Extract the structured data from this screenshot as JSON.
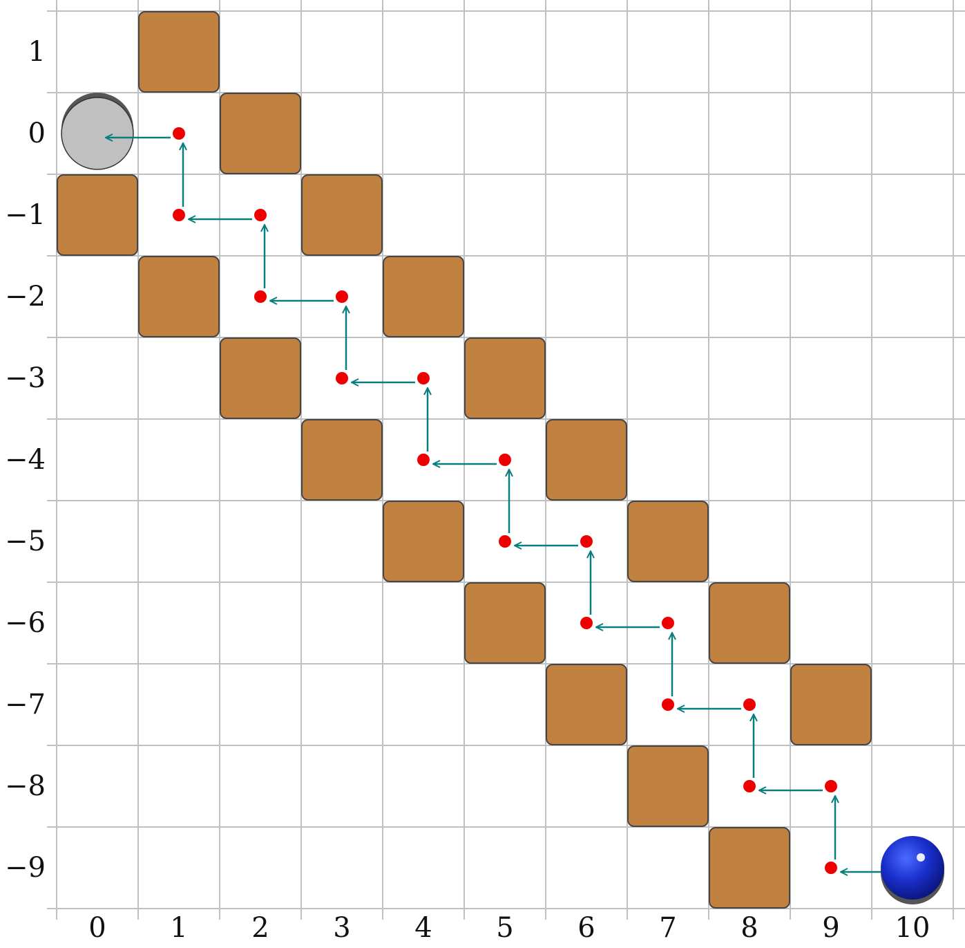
{
  "x_ticks": [
    "0",
    "1",
    "2",
    "3",
    "4",
    "5",
    "6",
    "7",
    "8",
    "9",
    "10"
  ],
  "y_ticks": [
    "1",
    "−1",
    "−2",
    "−3",
    "−4",
    "−5",
    "−6",
    "−7",
    "−8",
    "−9",
    "0"
  ],
  "colors": {
    "grid": "#c0c0c0",
    "wall": "#c08040",
    "wall_stroke": "#444444",
    "path_dot": "#ee0000",
    "arrow": "#0a7d7d",
    "goal": "#c0c0c0",
    "player": "#1a2fcc"
  },
  "board": {
    "x_range": [
      0,
      10
    ],
    "y_range": [
      -9,
      1
    ],
    "walls": [
      [
        1,
        1
      ],
      [
        2,
        0
      ],
      [
        0,
        -1
      ],
      [
        3,
        -1
      ],
      [
        1,
        -2
      ],
      [
        4,
        -2
      ],
      [
        2,
        -3
      ],
      [
        5,
        -3
      ],
      [
        3,
        -4
      ],
      [
        6,
        -4
      ],
      [
        4,
        -5
      ],
      [
        7,
        -5
      ],
      [
        5,
        -6
      ],
      [
        8,
        -6
      ],
      [
        6,
        -7
      ],
      [
        9,
        -7
      ],
      [
        7,
        -8
      ],
      [
        8,
        -9
      ]
    ],
    "goal": [
      0,
      0
    ],
    "player": [
      10,
      -9
    ],
    "path": [
      [
        10,
        -9
      ],
      [
        9,
        -9
      ],
      [
        9,
        -8
      ],
      [
        8,
        -8
      ],
      [
        8,
        -7
      ],
      [
        7,
        -7
      ],
      [
        7,
        -6
      ],
      [
        6,
        -6
      ],
      [
        6,
        -5
      ],
      [
        5,
        -5
      ],
      [
        5,
        -4
      ],
      [
        4,
        -4
      ],
      [
        4,
        -3
      ],
      [
        3,
        -3
      ],
      [
        3,
        -2
      ],
      [
        2,
        -2
      ],
      [
        2,
        -1
      ],
      [
        1,
        -1
      ],
      [
        1,
        0
      ],
      [
        0,
        0
      ]
    ],
    "icons": {
      "wall": "wall-block-icon",
      "goal": "goal-hole-icon",
      "player": "player-ball-icon"
    }
  }
}
